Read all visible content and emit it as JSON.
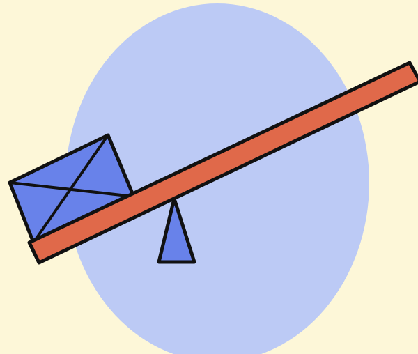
{
  "scene": {
    "background_color": "#fdf7d8",
    "items": [
      {
        "name": "background-oval",
        "kind": "ellipse",
        "color": "#bccaf5"
      },
      {
        "name": "weight-box",
        "kind": "envelope-shaped box",
        "color": "#6882ea"
      },
      {
        "name": "lever-beam",
        "kind": "plank",
        "color": "#e0694a"
      },
      {
        "name": "fulcrum",
        "kind": "triangle pivot",
        "color": "#6882ea"
      }
    ],
    "outline_color": "#111111"
  }
}
